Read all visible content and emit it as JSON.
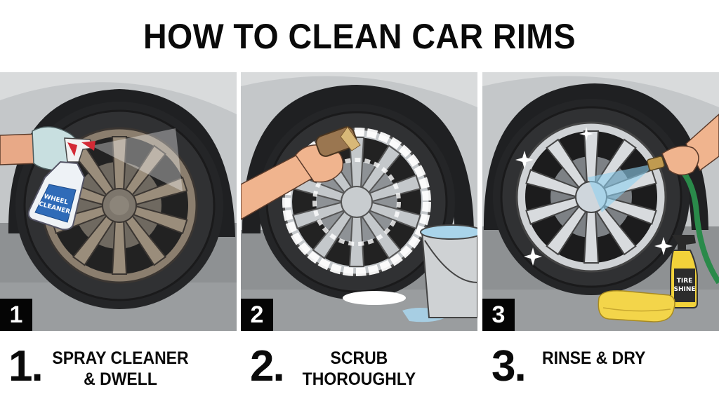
{
  "title": "HOW TO CLEAN CAR RIMS",
  "panels": [
    {
      "badge": "1",
      "scene": "gloved hand spraying wheel cleaner onto dirty rim",
      "bottle_label_line1": "WHEEL",
      "bottle_label_line2": "CLEANER",
      "colors": {
        "bottle_label": "#2f6bb8",
        "trigger": "#d42a35",
        "glove": "#c8dfe0",
        "rim": "#8b7e6e"
      }
    },
    {
      "badge": "2",
      "scene": "hand scrubbing foamy rim with brush, bucket of water nearby",
      "colors": {
        "brush": "#9a7650",
        "foam": "#ffffff",
        "rim": "#bfc3c6",
        "bucket": "#cfd2d4",
        "water": "#a9d4ea"
      }
    },
    {
      "badge": "3",
      "scene": "hand rinsing sparkling rim with hose; tire shine bottle and yellow towel",
      "bottle_label_line1": "TIRE",
      "bottle_label_line2": "SHINE",
      "colors": {
        "hose": "#2a8a4a",
        "water": "#8fd0f0",
        "bottle": "#f2d23a",
        "towel": "#f3d54a",
        "rim": "#c9cccf"
      }
    }
  ],
  "steps": [
    {
      "number": "1.",
      "line1": "SPRAY CLEANER",
      "line2": "& DWELL"
    },
    {
      "number": "2.",
      "line1": "SCRUB",
      "line2": "THOROUGHLY"
    },
    {
      "number": "3.",
      "line1": "RINSE & DRY",
      "line2": ""
    }
  ]
}
